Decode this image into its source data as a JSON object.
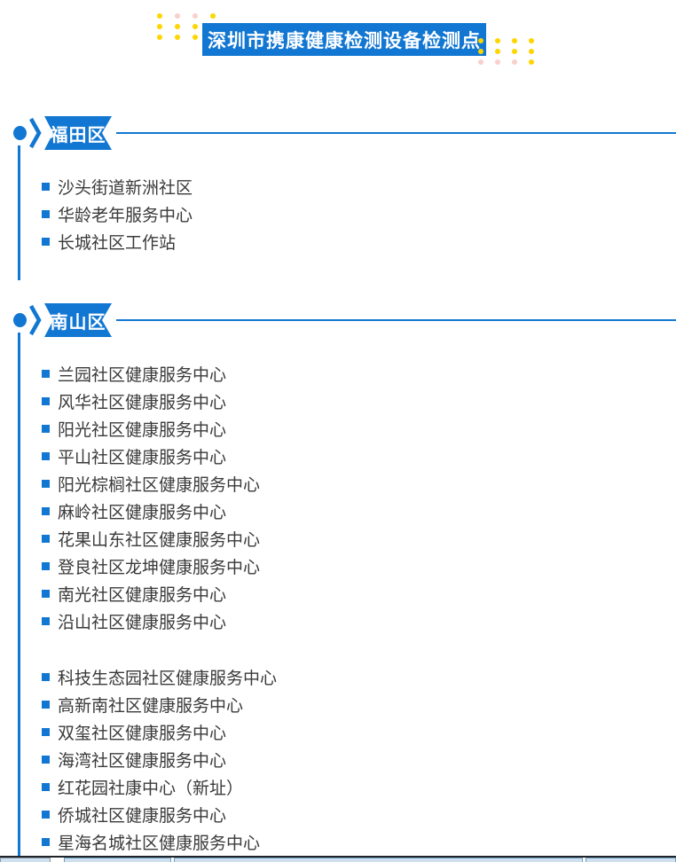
{
  "page_title": "深圳市携康健康检测设备检测点",
  "colors": {
    "primary": "#1277D2",
    "dot_yellow": "#FFD500",
    "dot_pink": "#F9D0CC",
    "text": "#3A3A3A"
  },
  "decor": {
    "left_dots": [
      [
        "yellow",
        "pink",
        "pink",
        "yellow"
      ],
      [
        "yellow",
        "yellow",
        "yellow",
        null
      ],
      [
        "yellow",
        "yellow",
        "yellow",
        null
      ]
    ],
    "right_dots": [
      [
        "yellow",
        "yellow",
        "yellow",
        "yellow"
      ],
      [
        "yellow",
        "yellow",
        "yellow",
        "yellow"
      ],
      [
        "pink",
        "pink",
        "pink",
        "yellow"
      ]
    ]
  },
  "sections": [
    {
      "district": "福田区",
      "groups": [
        [
          "沙头街道新洲社区",
          "华龄老年服务中心",
          "长城社区工作站"
        ]
      ]
    },
    {
      "district": "南山区",
      "groups": [
        [
          "兰园社区健康服务中心",
          "风华社区健康服务中心",
          "阳光社区健康服务中心",
          "平山社区健康服务中心",
          "阳光棕榈社区健康服务中心",
          "麻岭社区健康服务中心",
          "花果山东社区健康服务中心",
          "登良社区龙坤健康服务中心",
          "南光社区健康服务中心",
          "沿山社区健康服务中心"
        ],
        [
          "科技生态园社区健康服务中心",
          "高新南社区健康服务中心",
          "双玺社区健康服务中心",
          "海湾社区健康服务中心",
          "红花园社康中心（新址）",
          "侨城社区健康服务中心",
          "星海名城社区健康服务中心"
        ]
      ]
    }
  ]
}
